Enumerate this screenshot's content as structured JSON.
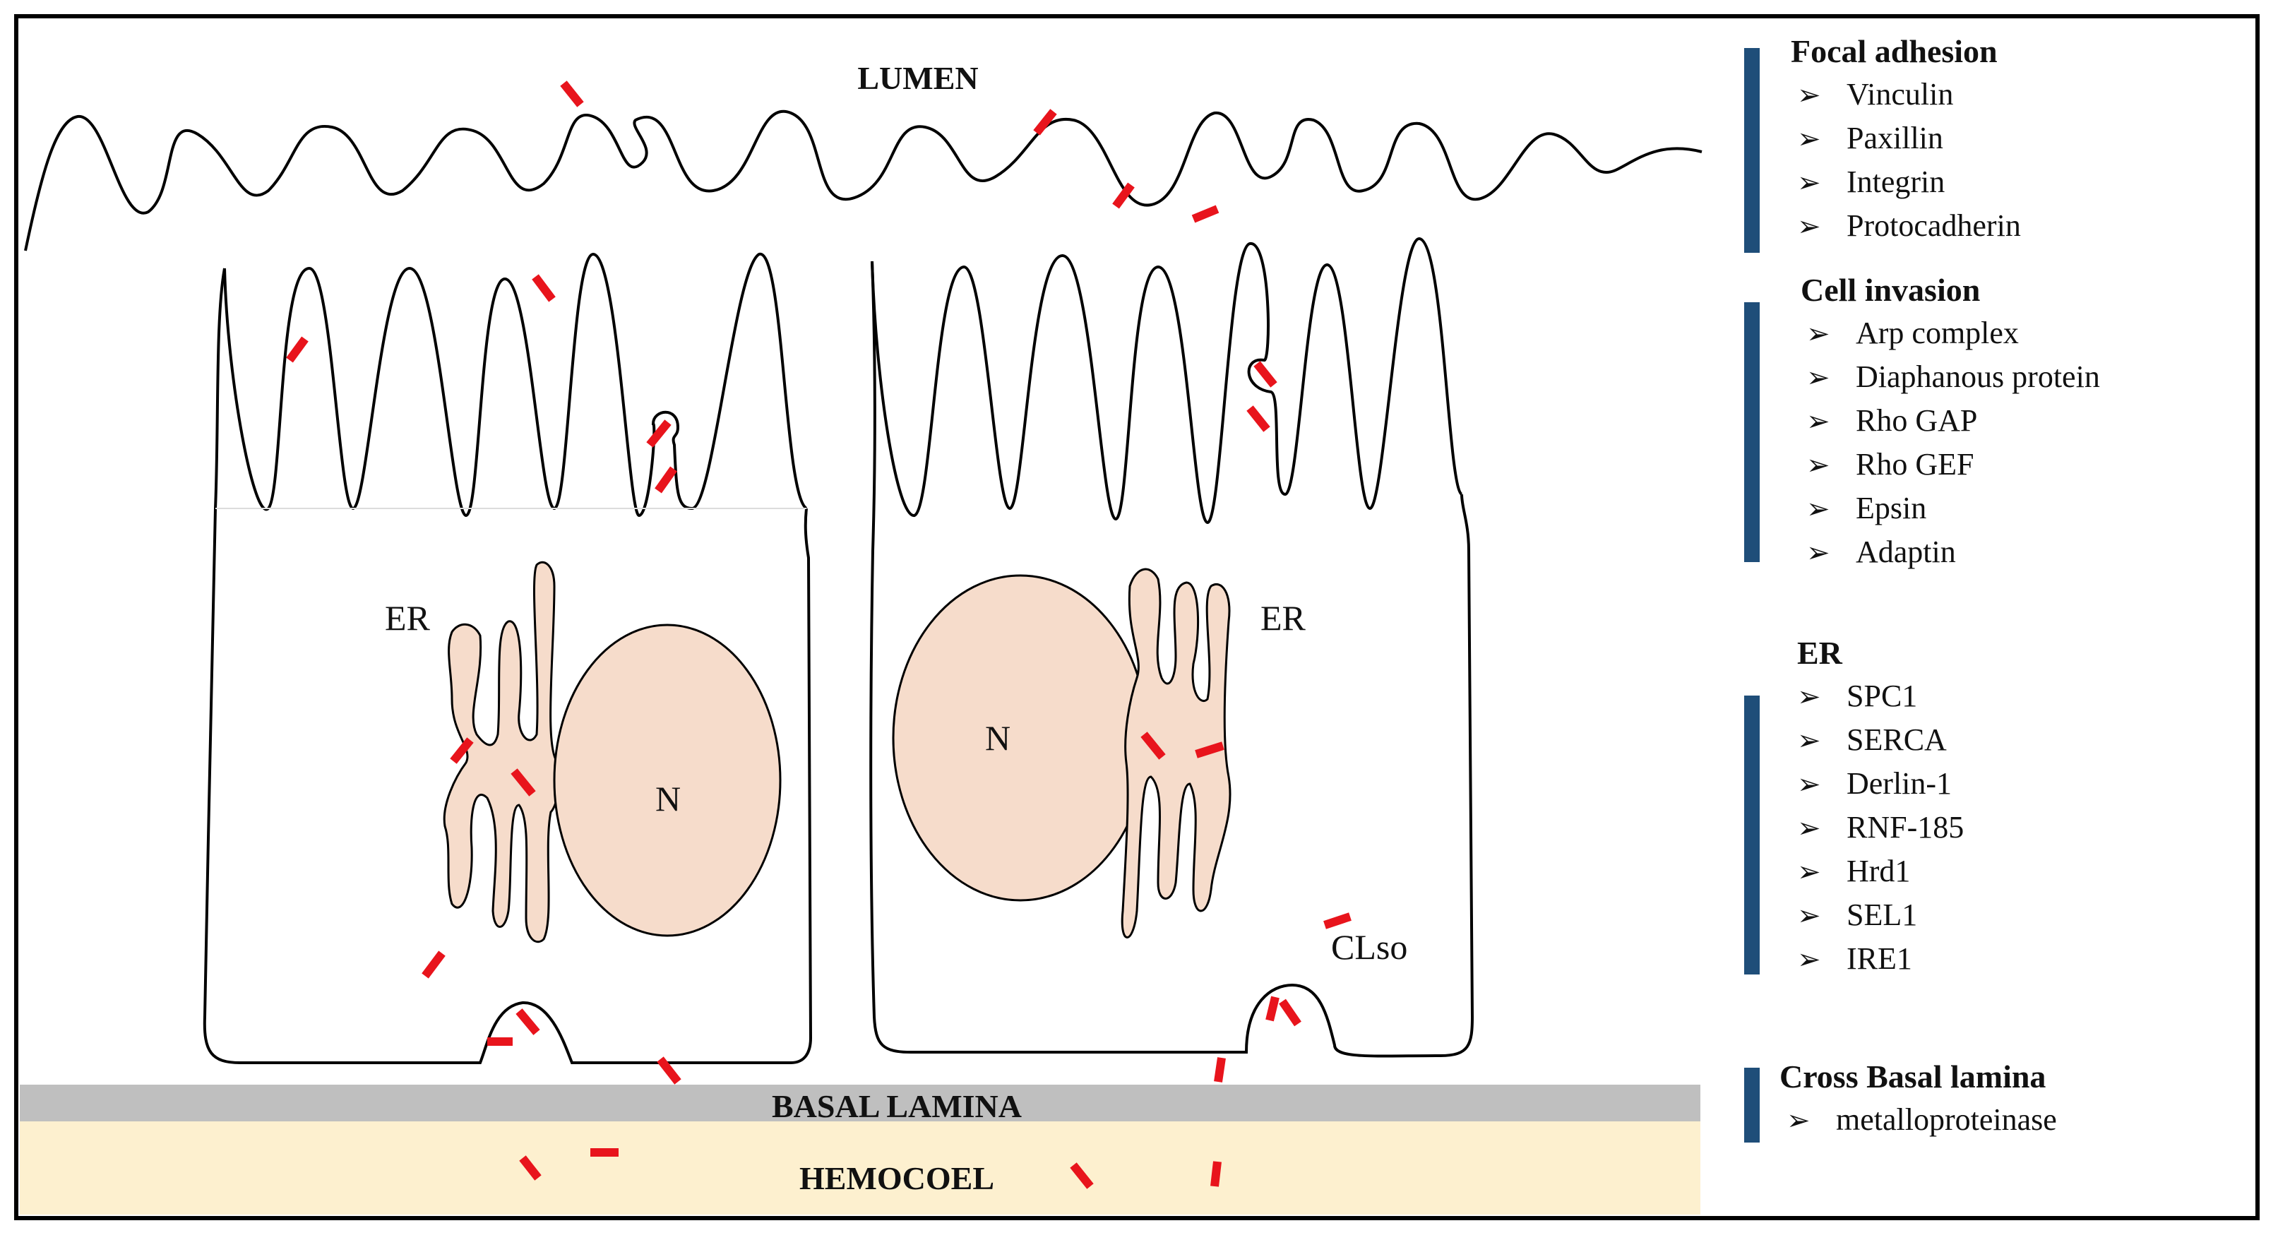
{
  "diagram": {
    "lumen_label": "LUMEN",
    "basal_lamina_label": "BASAL LAMINA",
    "hemocoel_label": "HEMOCOEL",
    "er_label_left": "ER",
    "er_label_right": "ER",
    "nucleus_label_left": "N",
    "nucleus_label_right": "N",
    "clso_label": "CLso"
  },
  "legend": {
    "groups": [
      {
        "title": "Focal adhesion",
        "items": [
          "Vinculin",
          "Paxillin",
          "Integrin",
          "Protocadherin"
        ]
      },
      {
        "title": "Cell invasion",
        "items": [
          "Arp complex",
          "Diaphanous protein",
          "Rho GAP",
          "Rho GEF",
          "Epsin",
          "Adaptin"
        ]
      },
      {
        "title": "ER",
        "items": [
          "SPC1",
          "SERCA",
          "Derlin-1",
          "RNF-185",
          "Hrd1",
          "SEL1",
          "IRE1"
        ]
      },
      {
        "title": "Cross Basal lamina",
        "items": [
          "metalloproteinase"
        ]
      }
    ],
    "bullet_glyph": "➢"
  },
  "colors": {
    "frame": "#000000",
    "legend_bar": "#1f4e79",
    "basal_lamina": "#bfbfbf",
    "hemocoel": "#fdf0cf",
    "organelle_fill": "#f6dccb",
    "bacteria": "#e8141c"
  }
}
